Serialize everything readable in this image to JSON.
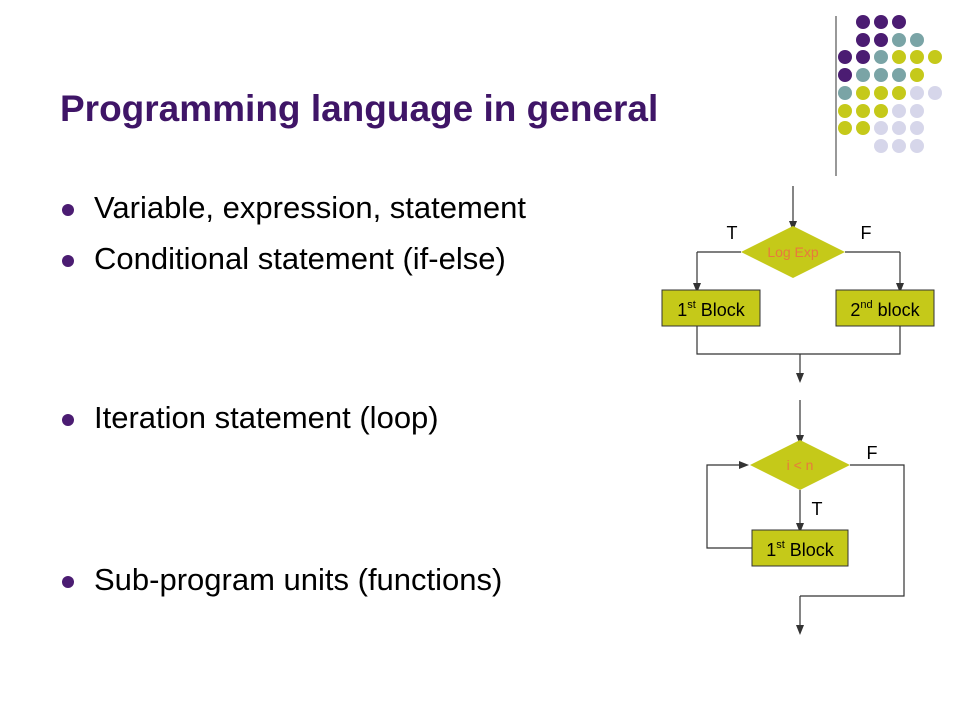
{
  "colors": {
    "title": "#3f1567",
    "dot_purple": "#4b1c72",
    "dot_teal": "#7aa4a6",
    "dot_olive": "#c5c91a",
    "dot_lavender": "#d6d6ea",
    "shape_fill": "#c5c919",
    "diamond_text": "#e87a3c",
    "line": "#333333"
  },
  "slide": {
    "title": "Programming language in general",
    "bullets": [
      "Variable, expression, statement",
      "Conditional statement (if-else)",
      "Iteration statement (loop)",
      "Sub-program units (functions)"
    ]
  },
  "if_else_diagram": {
    "condition": "Log Exp",
    "true_label": "T",
    "false_label": "F",
    "left_block": {
      "main": "1",
      "sup": "st",
      "rest": " Block"
    },
    "right_block": {
      "main": "2",
      "sup": "nd",
      "rest": " block"
    }
  },
  "loop_diagram": {
    "condition": "i < n",
    "true_label": "T",
    "false_label": "F",
    "block": {
      "main": "1",
      "sup": "st",
      "rest": " Block"
    }
  }
}
